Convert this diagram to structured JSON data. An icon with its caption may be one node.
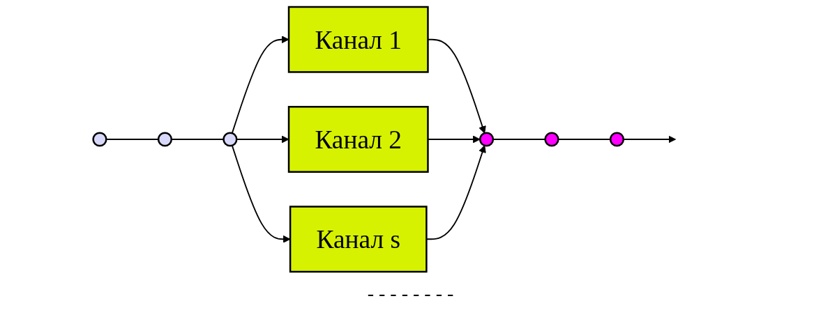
{
  "diagram": {
    "nodes": [
      {
        "text": [],
        "shape": "circle"
      },
      {
        "text": [],
        "shape": "circle"
      },
      {
        "text": [],
        "shape": "circle"
      },
      {
        "text": [
          "Канал 1"
        ]
      },
      {
        "text": [
          "Канал 2"
        ]
      },
      {
        "text": [
          "Канал s"
        ]
      },
      {
        "text": [],
        "shape": "circle"
      },
      {
        "text": [],
        "shape": "circle"
      },
      {
        "text": [],
        "shape": "circle"
      }
    ],
    "edges": [
      {
        "from": 0,
        "to": 1,
        "arrow": "none"
      },
      {
        "from": 1,
        "to": 2,
        "arrow": "none"
      },
      {
        "from": 2,
        "to": 3,
        "arrow": "to"
      },
      {
        "from": 2,
        "to": 4,
        "arrow": "to"
      },
      {
        "from": 2,
        "to": 5,
        "arrow": "to"
      },
      {
        "from": 3,
        "to": 6,
        "arrow": "to"
      },
      {
        "from": 4,
        "to": 6,
        "arrow": "to"
      },
      {
        "from": 5,
        "to": 6,
        "arrow": "to"
      },
      {
        "from": 6,
        "to": 7,
        "arrow": "none"
      },
      {
        "from": 7,
        "to": 8,
        "arrow": "none"
      },
      {
        "from": 8,
        "to": null,
        "arrow": "to"
      }
    ],
    "labels": [
      "- - - - - - - -"
    ]
  }
}
